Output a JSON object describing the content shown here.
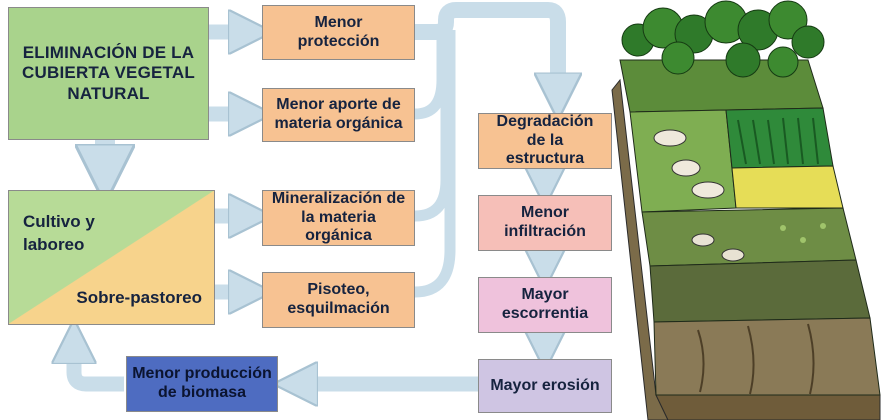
{
  "nodes": {
    "eliminacion": "ELIMINACIÓN DE LA CUBIERTA VEGETAL NATURAL",
    "cultivo": "Cultivo y laboreo",
    "sobrepastoreo": "Sobre-pastoreo",
    "menor_proteccion": "Menor protección",
    "menor_aporte": "Menor aporte de materia orgánica",
    "mineralizacion": "Mineralización de la materia orgánica",
    "pisoteo": "Pisoteo, esquilmación",
    "degradacion": "Degradación de la estructura",
    "menor_infiltracion": "Menor infiltración",
    "mayor_escorrentia": "Mayor escorrentia",
    "mayor_erosion": "Mayor erosión",
    "menor_produccion": "Menor producción de biomasa"
  },
  "colors": {
    "green": "#a9d38c",
    "orange": "#f7c292",
    "pink": "#f6bfb8",
    "mauve": "#efc2dc",
    "lilac": "#cfc5e3",
    "blue": "#4e6cc1",
    "arrow": "#c9dde9"
  },
  "illustration": {
    "subject": "soil-degradation-landscape",
    "icons": [
      "forest-icon",
      "crop-field-icon",
      "cattle-icon",
      "sheep-icon",
      "eroded-soil-icon"
    ]
  }
}
